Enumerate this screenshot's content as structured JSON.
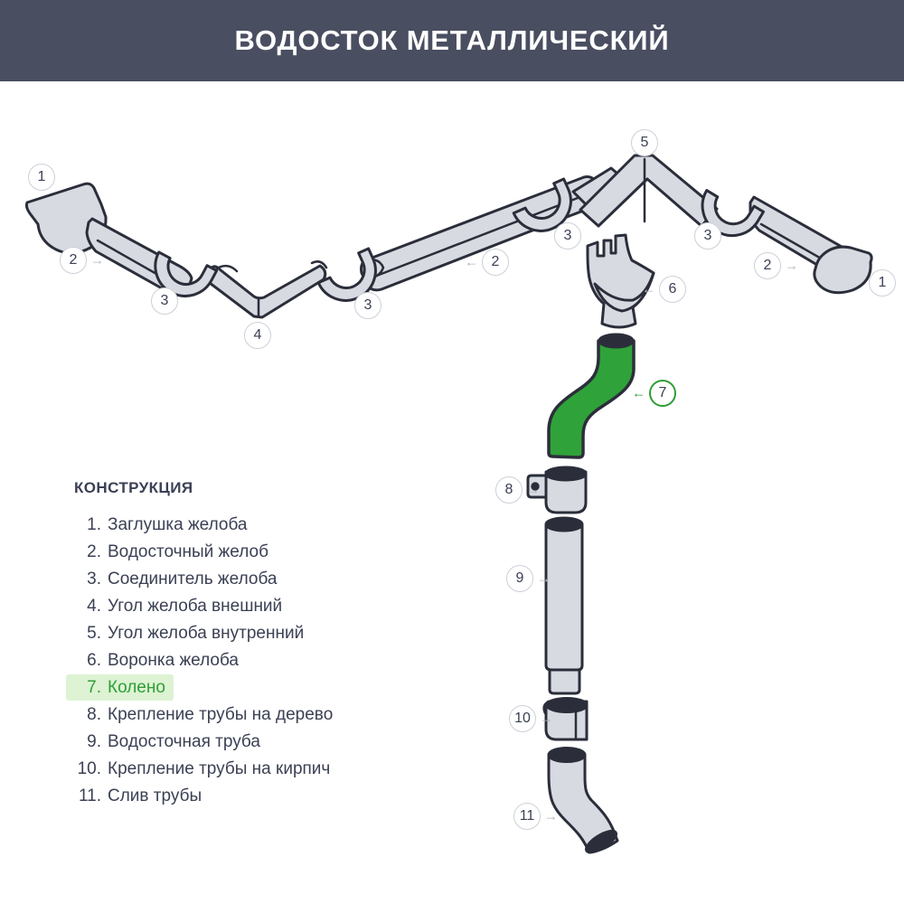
{
  "header": {
    "title": "ВОДОСТОК МЕТАЛЛИЧЕСКИЙ"
  },
  "legend": {
    "title": "КОНСТРУКЦИЯ",
    "items": [
      {
        "number": "1.",
        "label": "Заглушка желоба",
        "highlighted": false
      },
      {
        "number": "2.",
        "label": "Водосточный желоб",
        "highlighted": false
      },
      {
        "number": "3.",
        "label": "Соединитель желоба",
        "highlighted": false
      },
      {
        "number": "4.",
        "label": "Угол желоба внешний",
        "highlighted": false
      },
      {
        "number": "5.",
        "label": "Угол желоба внутренний",
        "highlighted": false
      },
      {
        "number": "6.",
        "label": "Воронка желоба",
        "highlighted": false
      },
      {
        "number": "7.",
        "label": "Колено",
        "highlighted": true
      },
      {
        "number": "8.",
        "label": "Крепление трубы на дерево",
        "highlighted": false
      },
      {
        "number": "9.",
        "label": "Водосточная труба",
        "highlighted": false
      },
      {
        "number": "10.",
        "label": "Крепление трубы на кирпич",
        "highlighted": false
      },
      {
        "number": "11.",
        "label": "Слив трубы",
        "highlighted": false
      }
    ]
  },
  "callouts": [
    {
      "number": "1"
    },
    {
      "number": "2",
      "arrow": "→"
    },
    {
      "number": "3"
    },
    {
      "number": "4"
    },
    {
      "number": "3"
    },
    {
      "number": "2",
      "arrow": "←"
    },
    {
      "number": "3"
    },
    {
      "number": "5"
    },
    {
      "number": "3"
    },
    {
      "number": "2",
      "arrow": "→"
    },
    {
      "number": "1"
    },
    {
      "number": "6",
      "arrow": "←"
    },
    {
      "number": "7",
      "arrow": "←",
      "accent": true
    },
    {
      "number": "8",
      "arrow": "→"
    },
    {
      "number": "9",
      "arrow": "→"
    },
    {
      "number": "10",
      "arrow": "→"
    },
    {
      "number": "11",
      "arrow": "→"
    }
  ],
  "colors": {
    "header_bg": "#4a4e61",
    "part_fill": "#d8dae1",
    "part_outline": "#2b2e3a",
    "accent_green": "#2fa23a",
    "highlight_text": "#2f9e36",
    "highlight_bg": "#ddf3d3"
  },
  "highlighted_part": {
    "number": "7",
    "name": "Колено"
  }
}
